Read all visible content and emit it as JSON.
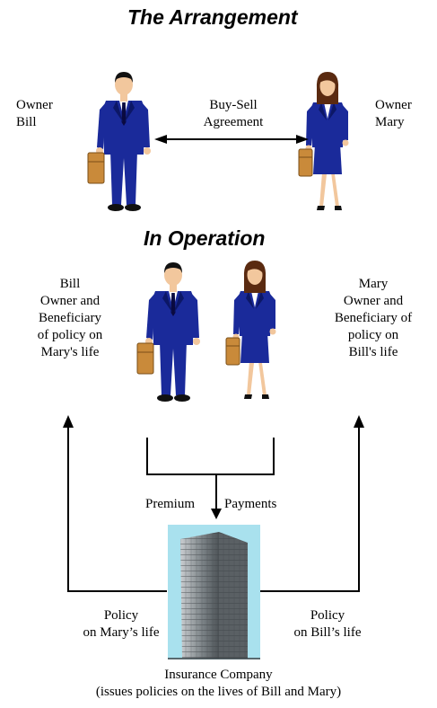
{
  "headings": {
    "arrangement": "The Arrangement",
    "operation": "In Operation"
  },
  "arrangement": {
    "owner_left": [
      "Owner",
      "Bill"
    ],
    "owner_right": [
      "Owner",
      "Mary"
    ],
    "agreement": [
      "Buy-Sell",
      "Agreement"
    ]
  },
  "operation": {
    "bill_role": [
      "Bill",
      "Owner and",
      "Beneficiary",
      "of policy on",
      "Mary's life"
    ],
    "mary_role": [
      "Mary",
      "Owner and",
      "Beneficiary of",
      "policy on",
      "Bill's life"
    ],
    "premium_left": "Premium",
    "premium_right": "Payments",
    "policy_left": [
      "Policy",
      "on Mary’s life"
    ],
    "policy_right": [
      "Policy",
      "on Bill’s life"
    ],
    "insurer": [
      "Insurance Company",
      "(issues policies on the lives of Bill and Mary)"
    ]
  },
  "colors": {
    "suit": "#1a2a9a",
    "suit_dark": "#0c1766",
    "skin": "#f2c79d",
    "hair_man": "#111111",
    "hair_woman": "#5a2a10",
    "briefcase": "#c98a3a",
    "sky": "#a9e1ee",
    "building": "#8f9599"
  }
}
